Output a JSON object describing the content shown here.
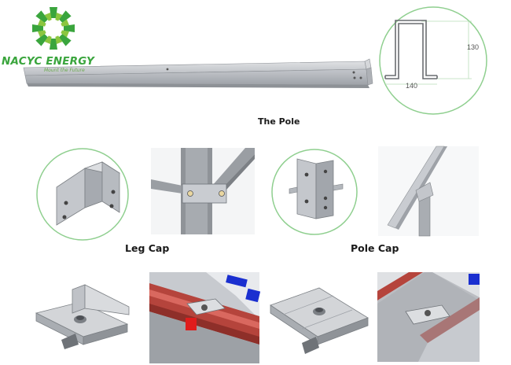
{
  "logo": {
    "name": "NACYC ENERGY",
    "tagline": "Mount the Future"
  },
  "pole_detail": {
    "width_label": "140",
    "height_label": "130"
  },
  "captions": {
    "pole": "The Pole",
    "leg_cap": "Leg Cap",
    "pole_cap": "Pole Cap"
  },
  "colors": {
    "brand_green": "#3aa53d",
    "circle_outline": "#8fcf8f",
    "rail_red": "#b5443c",
    "panel_blue": "#1a2fd0",
    "metal": "#c9ccd1"
  }
}
